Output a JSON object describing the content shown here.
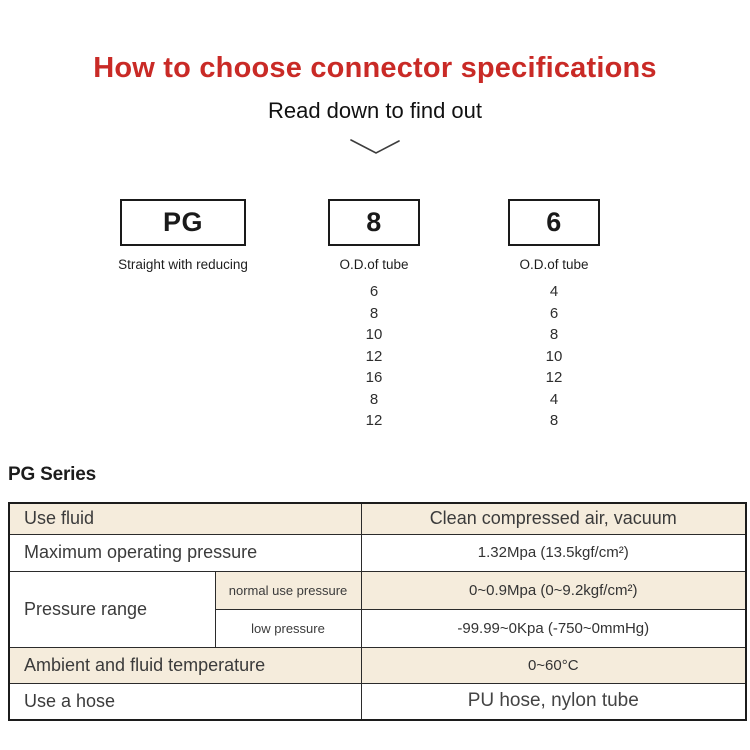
{
  "header": {
    "title": "How to choose connector specifications",
    "subtitle": "Read down to find out"
  },
  "code_builder": {
    "segments": [
      {
        "code": "PG",
        "caption": "Straight with reducing",
        "options": []
      },
      {
        "code": "8",
        "caption": "O.D.of tube",
        "options": [
          "6",
          "8",
          "10",
          "12",
          "16",
          "8",
          "12"
        ]
      },
      {
        "code": "6",
        "caption": "O.D.of  tube",
        "options": [
          "4",
          "6",
          "8",
          "10",
          "12",
          "4",
          "8"
        ]
      }
    ]
  },
  "spec": {
    "heading": "PG Series",
    "use_fluid": {
      "label": "Use fluid",
      "value": "Clean compressed air, vacuum"
    },
    "max_pressure": {
      "label": "Maximum operating pressure",
      "value": "1.32Mpa (13.5kgf/cm²)"
    },
    "pressure_range": {
      "label": "Pressure range",
      "normal": {
        "label": "normal use pressure",
        "value": "0~0.9Mpa (0~9.2kgf/cm²)"
      },
      "low": {
        "label": "low pressure",
        "value": "-99.99~0Kpa (-750~0mmHg)"
      }
    },
    "temperature": {
      "label": "Ambient and fluid temperature",
      "value": "0~60°C"
    },
    "hose": {
      "label": "Use a hose",
      "value": "PU hose, nylon tube"
    }
  },
  "colors": {
    "title_red": "#c92a26",
    "row_beige": "#f5ecdc",
    "border_dark": "#1c1c1c",
    "text_dark": "#3b3b3b"
  }
}
